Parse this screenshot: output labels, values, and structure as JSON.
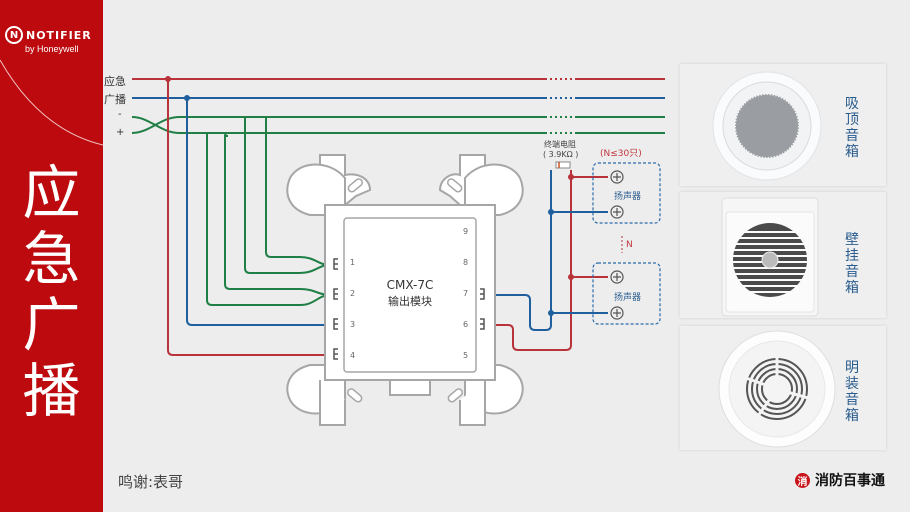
{
  "brand": {
    "logo_mark": "N",
    "logo_name": "NOTIFIER",
    "logo_sub": "by Honeywell"
  },
  "sidebar": {
    "title_chars": [
      "应",
      "急",
      "广",
      "播"
    ]
  },
  "diagram": {
    "bus_labels": {
      "emergency": "应急",
      "broadcast": "广播",
      "minus": "-",
      "plus": "+"
    },
    "module": {
      "model": "CMX-7C",
      "name": "输出模块",
      "left_terminals": [
        "1",
        "2",
        "3",
        "4"
      ],
      "right_terminals": [
        "9",
        "8",
        "7",
        "6",
        "5"
      ]
    },
    "eol_resistor": {
      "label": "终端电阻",
      "value": "( 3.9KΩ )"
    },
    "speaker_limit": "(N≤30只)",
    "speaker_label": "扬声器",
    "repeat_label": "N",
    "colors": {
      "red_wire": "#b8333a",
      "blue_wire": "#1f5f9e",
      "green_wire": "#1f7f45",
      "module_outline": "#a6a6a6",
      "dashed_box": "#2a6aa8"
    }
  },
  "products": [
    {
      "name": "吸顶音箱",
      "chars": [
        "吸",
        "顶",
        "音",
        "箱"
      ]
    },
    {
      "name": "壁挂音箱",
      "chars": [
        "壁",
        "挂",
        "音",
        "箱"
      ]
    },
    {
      "name": "明装音箱",
      "chars": [
        "明",
        "装",
        "音",
        "箱"
      ]
    }
  ],
  "footer": {
    "credit": "鸣谢:表哥",
    "publisher_icon": "消",
    "publisher": "消防百事通"
  }
}
